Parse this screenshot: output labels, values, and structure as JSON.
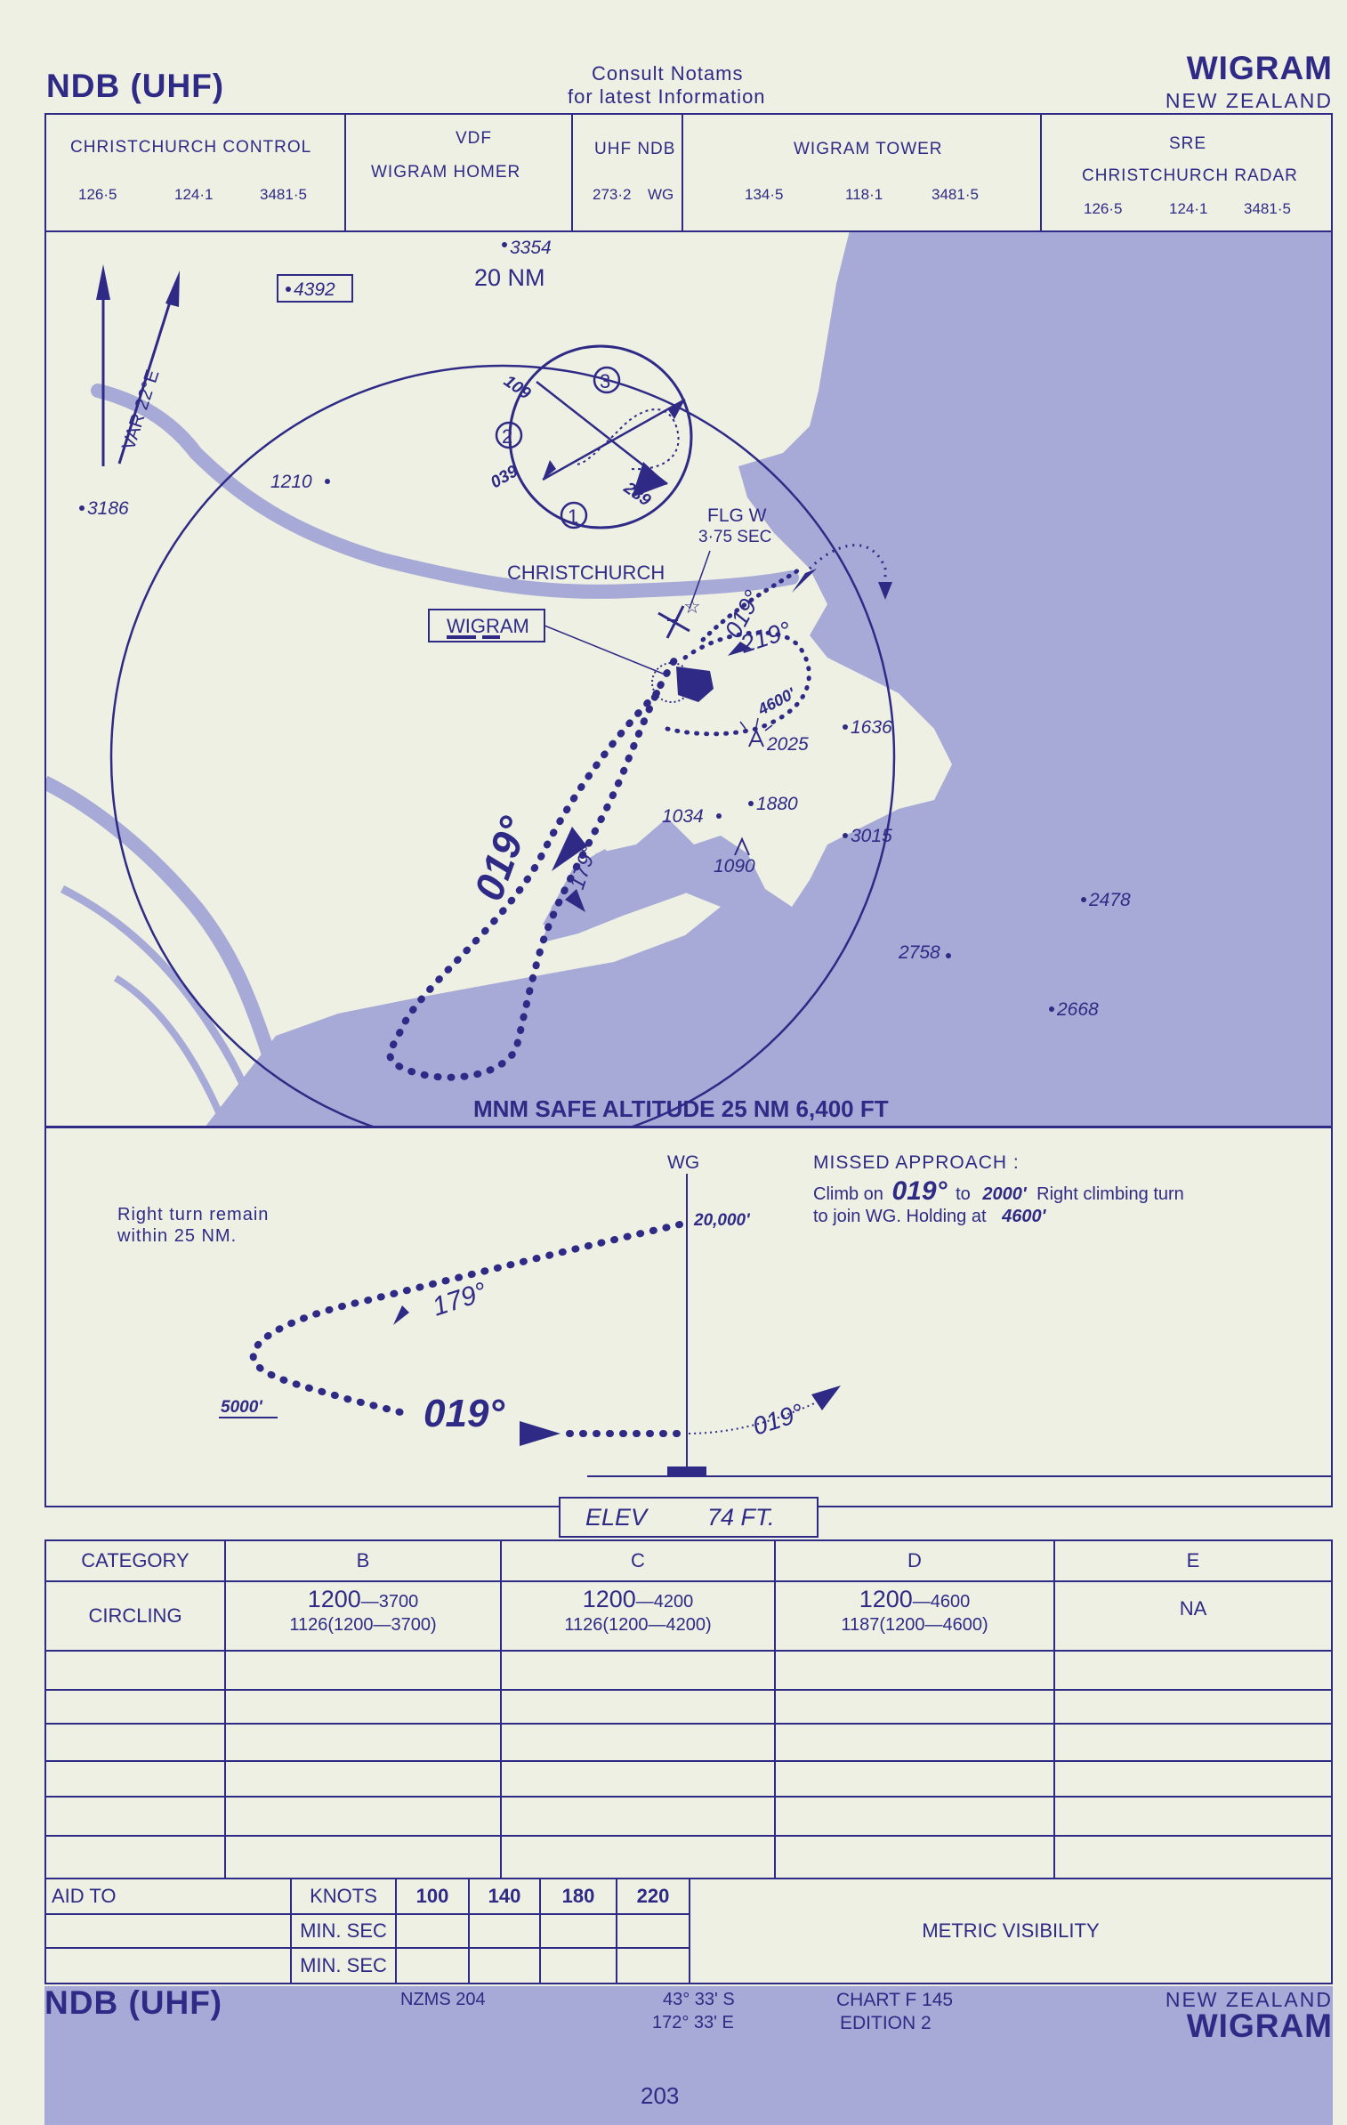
{
  "header": {
    "left_title": "NDB (UHF)",
    "consult_1": "Consult   Notams",
    "consult_2": "for  latest  Information",
    "right_title": "WIGRAM",
    "right_sub": "NEW  ZEALAND"
  },
  "comms": [
    {
      "title": "CHRISTCHURCH  CONTROL",
      "sub": "",
      "freqs": [
        "126·5",
        "124·1",
        "3481·5"
      ]
    },
    {
      "title": "VDF",
      "sub": "WIGRAM   HOMER",
      "freqs": []
    },
    {
      "title": "UHF NDB",
      "sub": "",
      "freqs": [
        "273·2",
        "WG"
      ]
    },
    {
      "title": "WIGRAM  TOWER",
      "sub": "",
      "freqs": [
        "134·5",
        "118·1",
        "3481·5"
      ]
    },
    {
      "title": "SRE",
      "sub": "CHRISTCHURCH  RADAR",
      "freqs": [
        "126·5",
        "124·1",
        "3481·5"
      ]
    }
  ],
  "plan": {
    "range_ring": "20 NM",
    "variation": "VAR  22°E",
    "msa": "MNM SAFE ALTITUDE 25 NM 6,400 FT",
    "light_1": "FLG  W",
    "light_2": "3·75  SEC",
    "city": "CHRISTCHURCH",
    "airfield": "WIGRAM",
    "tracks": {
      "inbound": "019°",
      "outbound": "179°",
      "missed": "019°",
      "hold": "219°",
      "hold_alt": "4600'"
    },
    "inset": {
      "leg_1": "1",
      "leg_2": "2",
      "leg_3": "3",
      "hdg_109": "109",
      "hdg_039": "039",
      "hdg_289": "289"
    },
    "spot_heights": [
      "4392",
      "3354",
      "3186",
      "1210",
      "1636",
      "2025",
      "1880",
      "1034",
      "3015",
      "1090",
      "2478",
      "2758",
      "2668"
    ]
  },
  "profile": {
    "fix": "WG",
    "note_1": "Right  turn  remain",
    "note_2": "within  25  NM.",
    "alt_top": "20,000'",
    "alt_bottom": "5000'",
    "track_out": "179°",
    "track_in": "019°",
    "track_missed": "019°",
    "missed_title": "MISSED  APPROACH :",
    "missed_l1a": "Climb  on",
    "missed_l1b": "019°",
    "missed_l1c": "to",
    "missed_l1d": "2000'",
    "missed_l1e": "Right  climbing  turn",
    "missed_l2a": "to  join  WG.  Holding  at",
    "missed_l2b": "4600'"
  },
  "minima": {
    "elev_label": "ELEV",
    "elev_value": "74 FT.",
    "header_row": [
      "CATEGORY",
      "B",
      "C",
      "D",
      "E"
    ],
    "circling_label": "CIRCLING",
    "circling": [
      {
        "big": "1200",
        "small": "3700",
        "line2": "1126(1200—3700)"
      },
      {
        "big": "1200",
        "small": "4200",
        "line2": "1126(1200—4200)"
      },
      {
        "big": "1200",
        "small": "4600",
        "line2": "1187(1200—4600)"
      }
    ],
    "circling_e": "NA"
  },
  "timing": {
    "aid_to": "AID TO",
    "knots": "KNOTS",
    "speeds": [
      "100",
      "140",
      "180",
      "220"
    ],
    "min_sec_1": "MIN. SEC",
    "min_sec_2": "MIN. SEC",
    "metric": "METRIC VISIBILITY"
  },
  "footer": {
    "left_title": "NDB (UHF)",
    "nzms": "NZMS 204",
    "lat": "43°  33'  S",
    "lon": "172°  33'  E",
    "chart": "CHART  F 145",
    "edition": "EDITION  2",
    "right_sub": "NEW  ZEALAND",
    "right_title": "WIGRAM",
    "page": "203"
  },
  "colors": {
    "ink": "#2e2a86",
    "water": "#a7aad6",
    "paper": "#eef0e3"
  }
}
